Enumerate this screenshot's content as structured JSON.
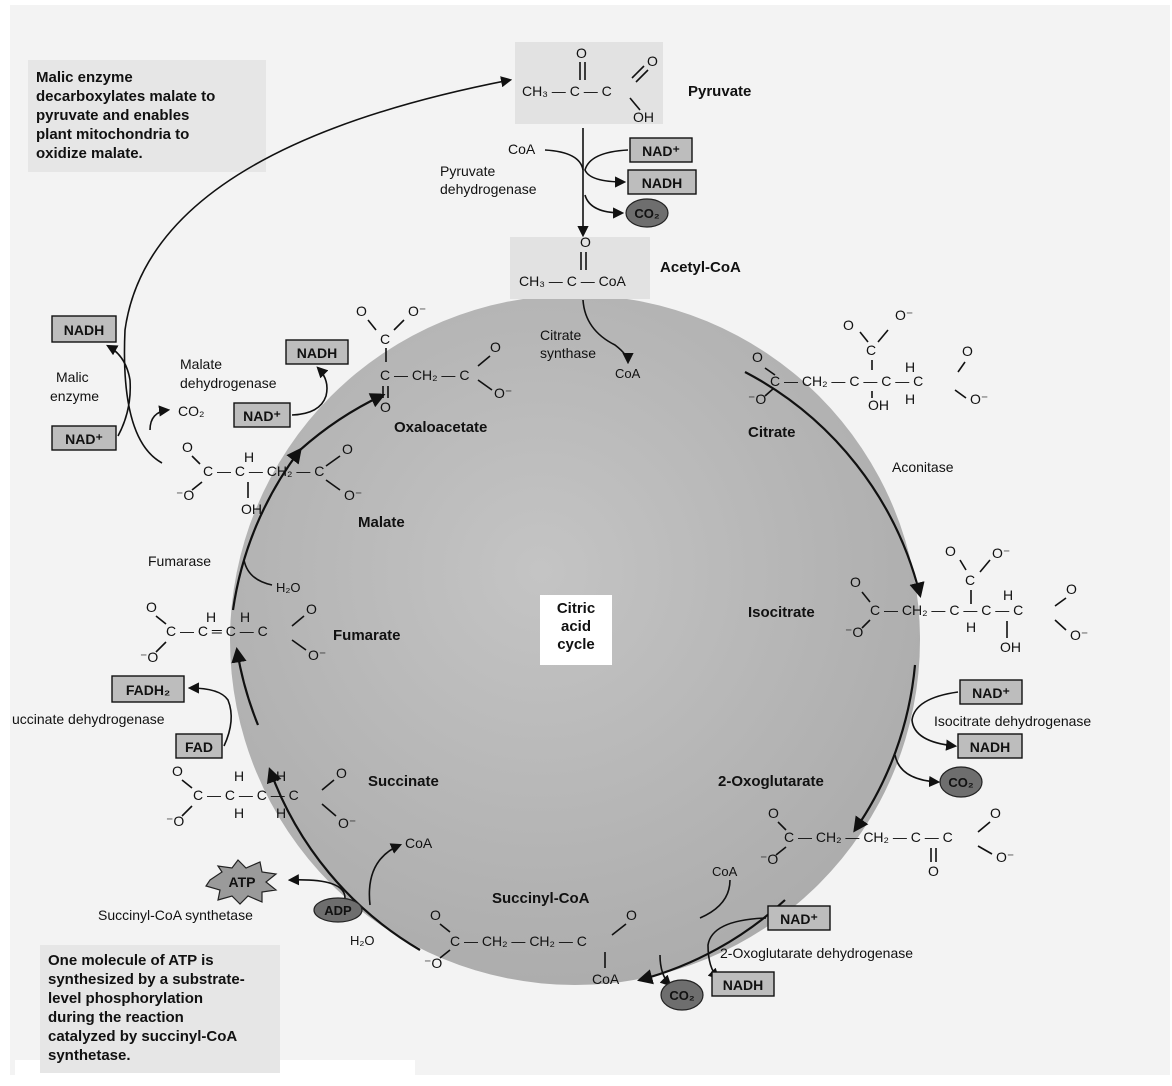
{
  "center_label": [
    "Citric",
    "acid",
    "cycle"
  ],
  "notes": {
    "malic": [
      "Malic enzyme",
      "decarboxylates malate to",
      "pyruvate and enables",
      "plant mitochondria to",
      "oxidize malate."
    ],
    "atp": [
      "One molecule of ATP is",
      "synthesized by a substrate-",
      "level phosphorylation",
      "during the reaction",
      "catalyzed by succinyl-CoA",
      "synthetase."
    ]
  },
  "compounds": {
    "pyruvate": "Pyruvate",
    "acetyl_coa": "Acetyl-CoA",
    "citrate": "Citrate",
    "isocitrate": "Isocitrate",
    "oxoglutarate": "2-Oxoglutarate",
    "succinyl_coa": "Succinyl-CoA",
    "succinate": "Succinate",
    "fumarate": "Fumarate",
    "malate": "Malate",
    "oxaloacetate": "Oxaloacetate"
  },
  "enzymes": {
    "pyruvate_dh": [
      "Pyruvate",
      "dehydrogenase"
    ],
    "citrate_synthase": [
      "Citrate",
      "synthase"
    ],
    "aconitase": "Aconitase",
    "isocitrate_dh": "Isocitrate dehydrogenase",
    "oxoglutarate_dh": "2-Oxoglutarate dehydrogenase",
    "succinyl_coa_synthetase": "Succinyl-CoA synthetase",
    "succinate_dh": "uccinate dehydrogenase",
    "fumarase": "Fumarase",
    "malate_dh": [
      "Malate",
      "dehydrogenase"
    ],
    "malic_enzyme": [
      "Malic",
      "enzyme"
    ]
  },
  "cofactors": {
    "nad": "NAD⁺",
    "nadh": "NADH",
    "co2": "CO₂",
    "coa": "CoA",
    "fad": "FAD",
    "fadh2": "FADH₂",
    "atp": "ATP",
    "adp": "ADP",
    "h2o": "H₂O",
    "co2_plain": "CO₂"
  },
  "colors": {
    "circle_fill": "#b3b3b3",
    "box_fill": "#bdbdbd",
    "oval_fill": "#6e6e6e",
    "note_fill": "#e6e6e6"
  }
}
